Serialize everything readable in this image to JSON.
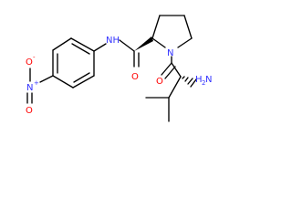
{
  "molecule": {
    "labels": {
      "amide_nh": "NH",
      "pyrrolidine_n": "N",
      "amide_o": "O",
      "ketone_o": "O",
      "amine_h2": "H",
      "amine_sub": "2",
      "amine_n": "N",
      "nitro_o_top": "O",
      "nitro_o_top_charge": "-",
      "nitro_n": "N",
      "nitro_n_charge": "+",
      "nitro_o_bottom": "O"
    },
    "colors": {
      "nitrogen": "#3333ff",
      "oxygen": "#ff0000",
      "bond": "#000000",
      "background": "#ffffff"
    }
  }
}
